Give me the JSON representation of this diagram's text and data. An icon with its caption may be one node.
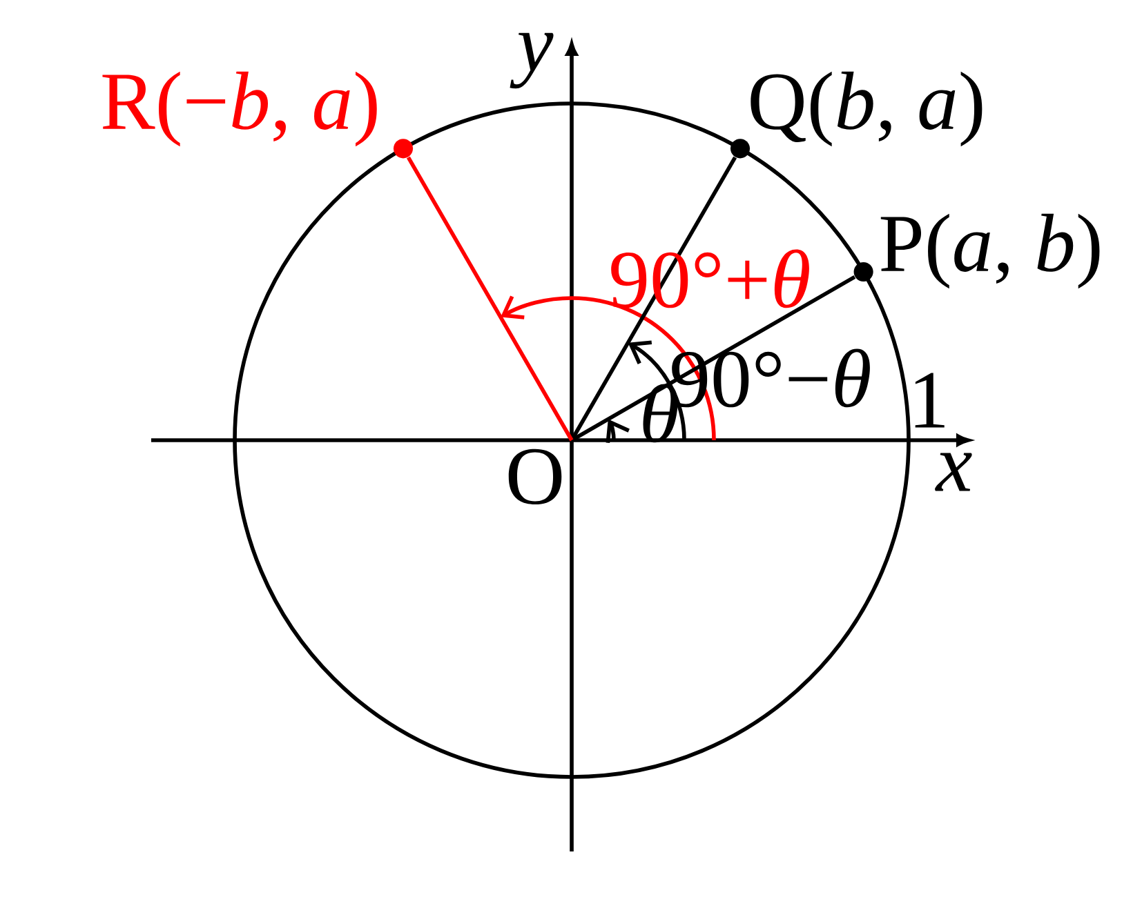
{
  "diagram": {
    "nodes": [
      {
        "text": [
          "O"
        ]
      },
      {
        "text": [
          "P(*a*, *b*)"
        ]
      },
      {
        "text": [
          "Q(*b*, *a*)"
        ]
      },
      {
        "text": [
          "R(−*b*, *a*)"
        ]
      }
    ],
    "edges": [
      {
        "from": 0,
        "to": 1,
        "arrow": "none"
      },
      {
        "from": 0,
        "to": 2,
        "arrow": "none"
      },
      {
        "from": 0,
        "to": 3,
        "arrow": "none",
        "color": "#ff0000"
      }
    ],
    "labels": [
      "*y*",
      "*x*",
      "1",
      "*θ*",
      "90°−*θ*",
      "90°+*θ*"
    ]
  }
}
